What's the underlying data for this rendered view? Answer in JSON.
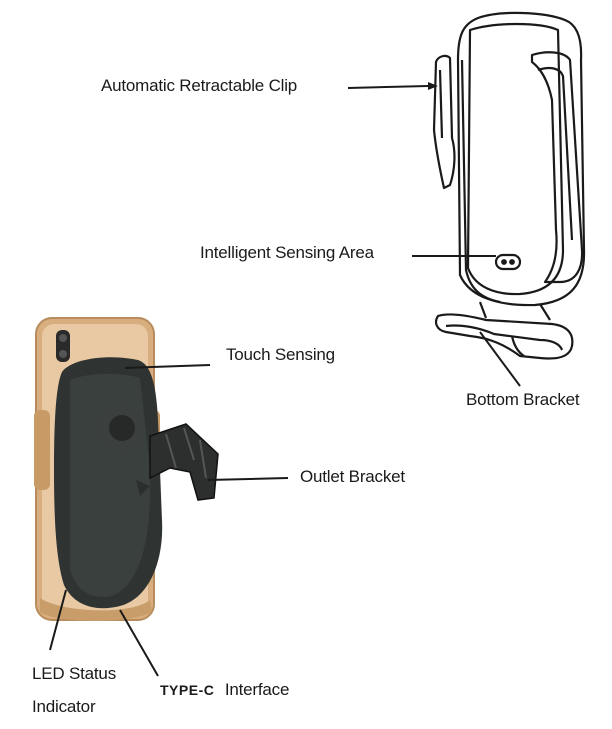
{
  "labels": {
    "clip": "Automatic Retractable Clip",
    "sensing_area": "Intelligent Sensing Area",
    "touch": "Touch Sensing",
    "bottom_bracket": "Bottom Bracket",
    "outlet_bracket": "Outlet Bracket",
    "led_line1": "LED Status",
    "led_line2": "Indicator",
    "typec_prefix": "TYPE-C",
    "typec_suffix": "Interface"
  },
  "colors": {
    "text": "#1a1a1a",
    "phone_gold": "#d8ae7e",
    "holder_dark": "#2e3230",
    "outline": "#1a1a1a"
  }
}
